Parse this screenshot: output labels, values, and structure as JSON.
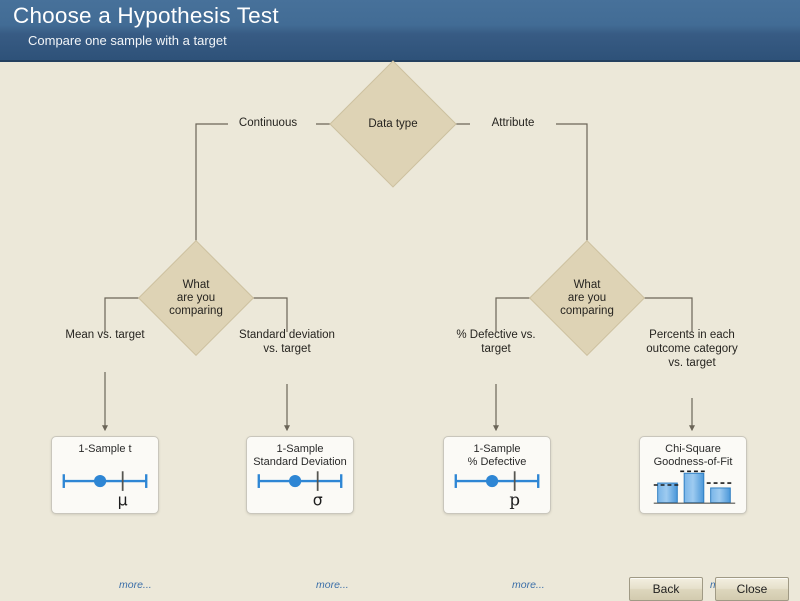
{
  "header": {
    "title": "Choose a Hypothesis Test",
    "subtitle": "Compare one sample with a target",
    "gradient_top": "#47719a",
    "gradient_bottom": "#2d5178"
  },
  "theme": {
    "background": "#ece8d9",
    "diamond_fill": "#ded3b5",
    "diamond_border": "#cdc1a0",
    "connector": "#6b6558",
    "text": "#262420",
    "link": "#3a6ea8",
    "accent_blue": "#2e86d4"
  },
  "flowchart": {
    "root": {
      "label": "Data type"
    },
    "branches": [
      {
        "label": "Continuous"
      },
      {
        "label": "Attribute"
      }
    ],
    "decisions": [
      {
        "label": "What\nare you\ncomparing"
      },
      {
        "label": "What\nare you\ncomparing"
      }
    ],
    "leaf_labels": [
      "Mean vs. target",
      "Standard deviation\nvs. target",
      "% Defective vs.\ntarget",
      "Percents in each\noutcome category\nvs. target"
    ],
    "cards": [
      {
        "title": "1-Sample t",
        "symbol": "μ",
        "graphic": "interval-plot",
        "more_label": "more..."
      },
      {
        "title": "1-Sample\nStandard Deviation",
        "symbol": "σ",
        "graphic": "interval-plot",
        "more_label": "more..."
      },
      {
        "title": "1-Sample\n% Defective",
        "symbol": "p",
        "graphic": "interval-plot",
        "more_label": "more..."
      },
      {
        "title": "Chi-Square\nGoodness-of-Fit",
        "symbol": "",
        "graphic": "bar-chart",
        "more_label": "more..."
      }
    ]
  },
  "footer": {
    "back_label": "Back",
    "close_label": "Close"
  }
}
